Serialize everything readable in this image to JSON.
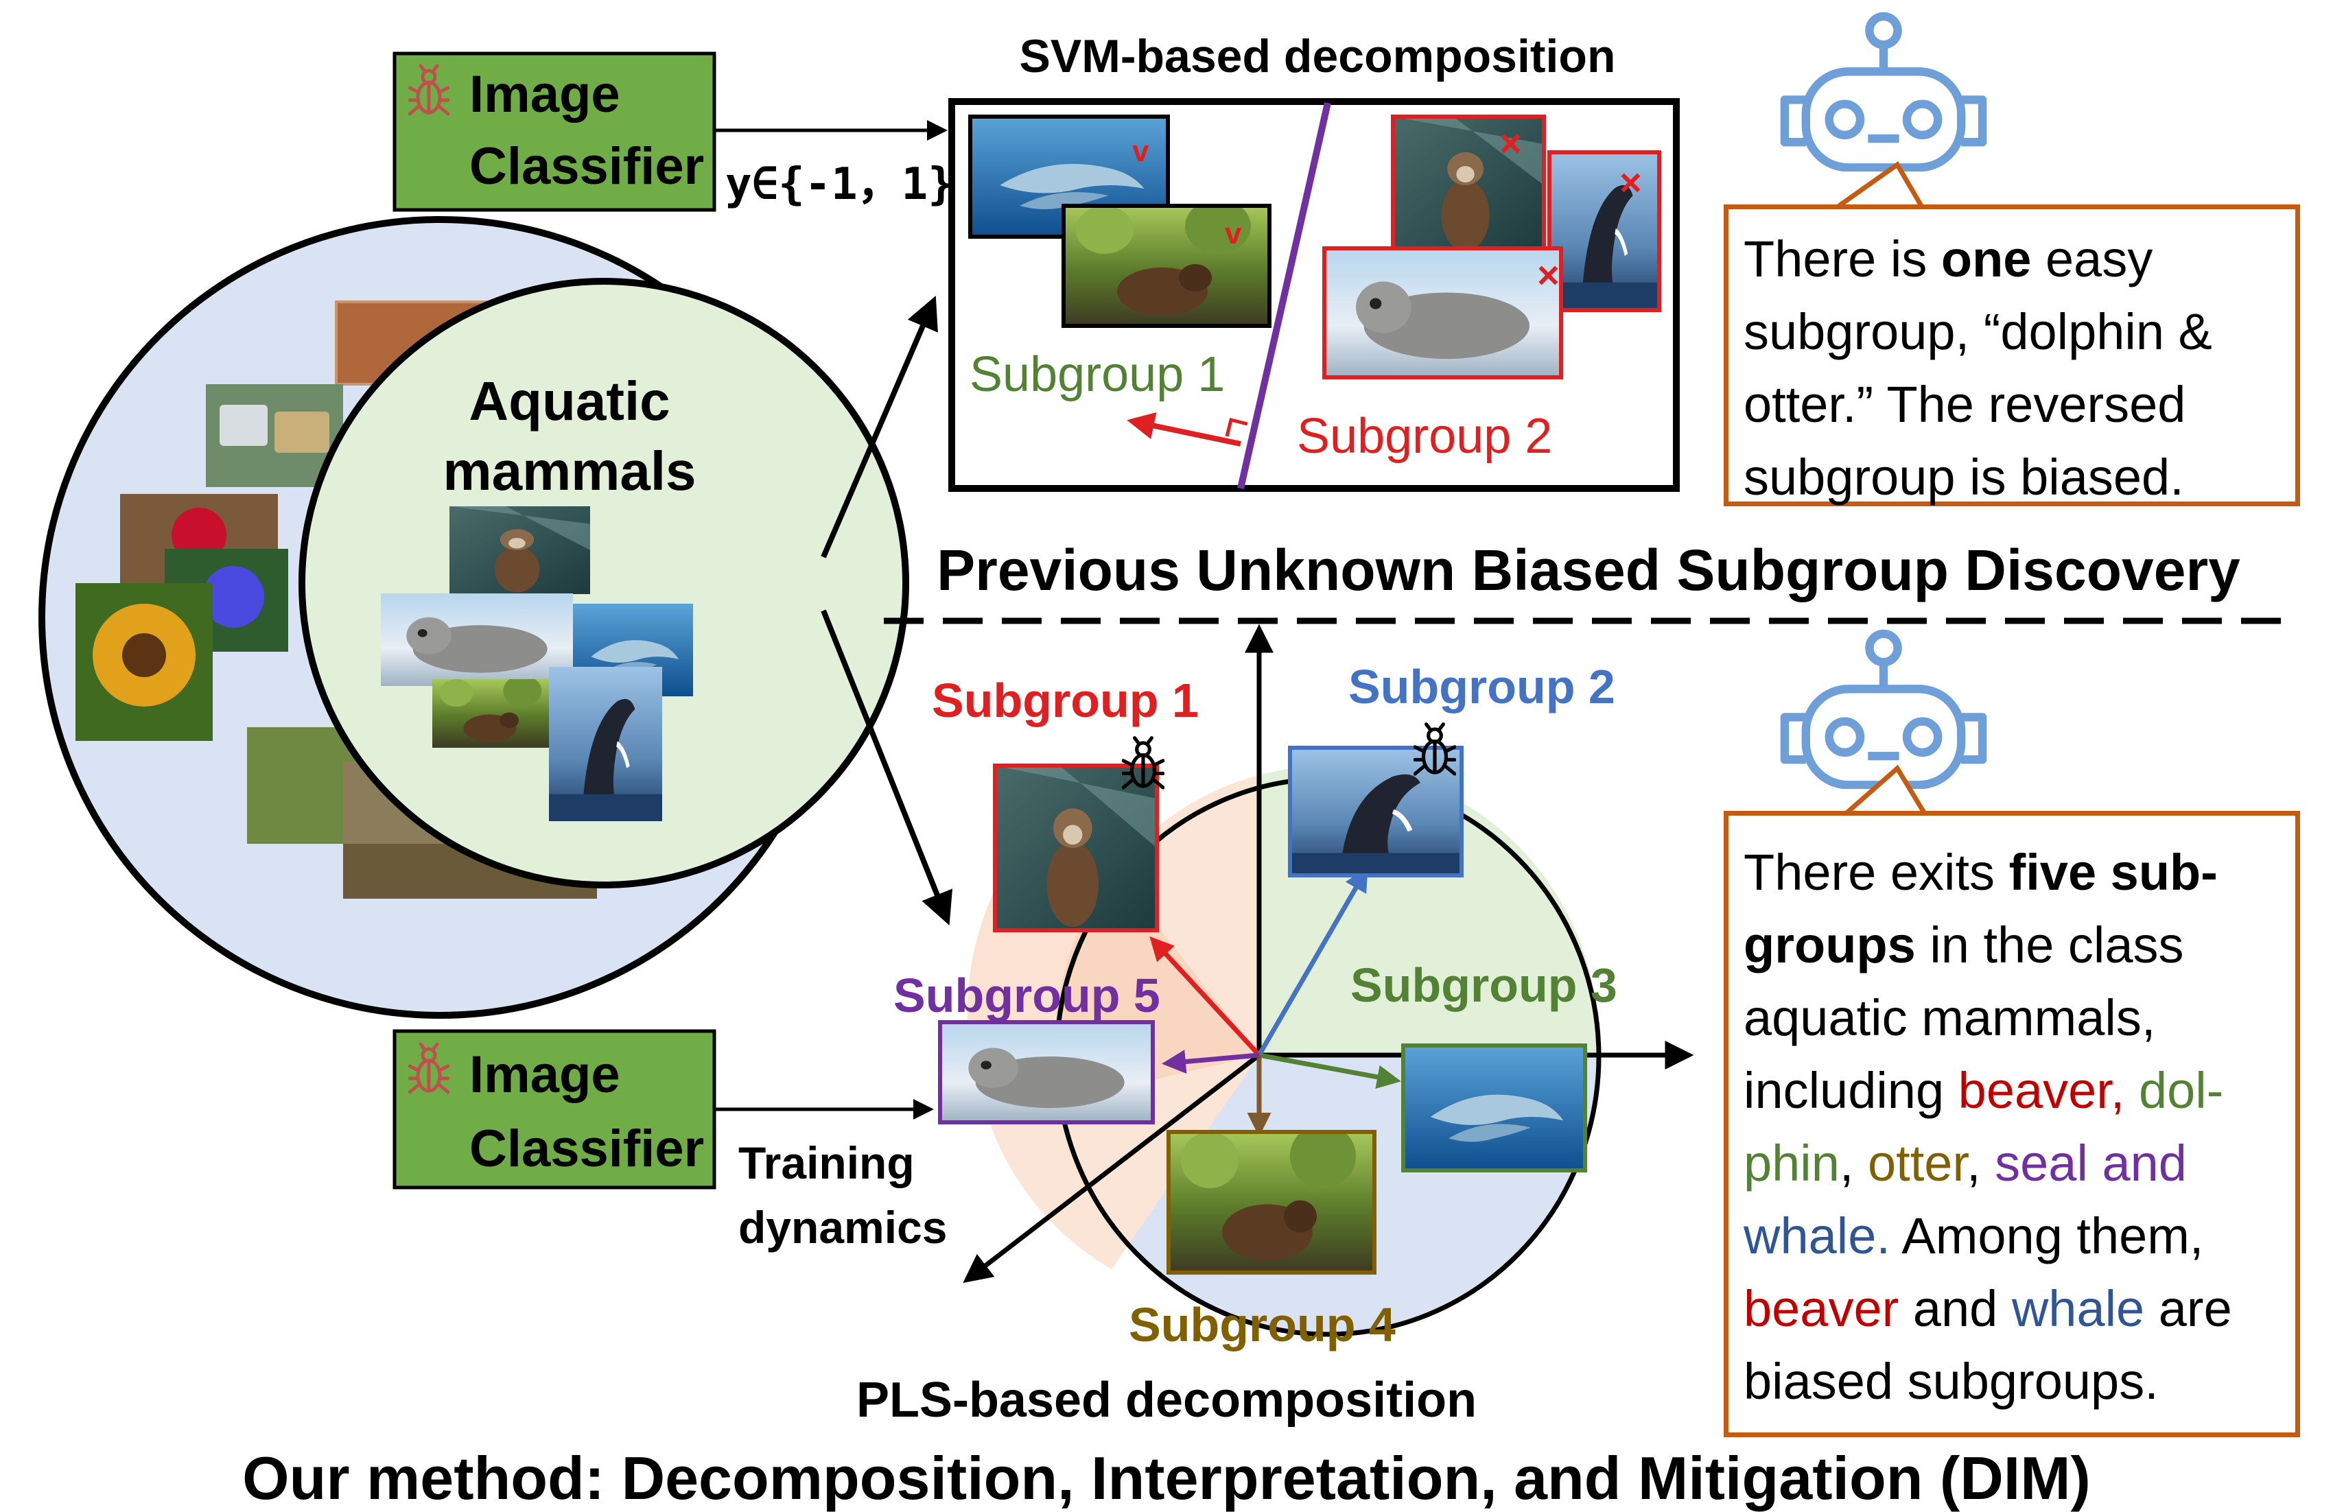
{
  "top": {
    "title": "SVM-based decomposition",
    "classifier": {
      "line1": "Image",
      "line2": "Classifier"
    },
    "label_formula": "y∈{-1，1}",
    "subgroup1": "Subgroup 1",
    "subgroup2": "Subgroup 2",
    "check_mark": "v",
    "cross_mark": "×"
  },
  "left": {
    "class_label_line1": "Aquatic",
    "class_label_line2": "mammals"
  },
  "divider_title": "Previous Unknown Biased Subgroup Discovery",
  "bottom": {
    "classifier": {
      "line1": "Image",
      "line2": "Classifier"
    },
    "training_line1": "Training",
    "training_line2": "dynamics",
    "subgroups": [
      "Subgroup 1",
      "Subgroup 2",
      "Subgroup 3",
      "Subgroup 4",
      "Subgroup 5"
    ],
    "title": "PLS-based decomposition"
  },
  "footer": "Our method: Decomposition, Interpretation, and Mitigation (DIM)",
  "callout_top": {
    "l1a": "There",
    "l1b": "is",
    "l1c": "one",
    "l1d": "easy",
    "l2": "subgroup, “dolphin &",
    "l3a": "otter.”",
    "l3b": "The",
    "l3c": "reversed",
    "l4": "subgroup is biased."
  },
  "callout_bottom": {
    "l1a": "There exits ",
    "l1b": "five sub-",
    "l2a": "groups",
    "l2b": " in the ",
    "l2c": "class",
    "l3a": "aquatic",
    "l3b": "mammals,",
    "l4a": "including ",
    "l4b": "beaver,",
    "l4c": " dol-",
    "l5a": "phin",
    "l5b": ", ",
    "l5c": "otter",
    "l5d": ", ",
    "l5e": "seal",
    "l5f": " and",
    "l6a": "whale.",
    "l6b": " Among them,",
    "l7a": "beaver",
    "l7b": " and ",
    "l7c": "whale",
    "l7d": " are",
    "l8": "biased subgroups."
  },
  "colors": {
    "red": "#c00000",
    "blue": "#4472c4",
    "green": "#548235",
    "olive": "#806000",
    "purple": "#7030a0",
    "orange_border": "#c55a11",
    "classifier_fill": "#70ad47",
    "robot": "#6f9fd8"
  },
  "icons": [
    "bug-icon",
    "robot-icon",
    "check-mark-icon",
    "cross-mark-icon",
    "right-angle-icon"
  ]
}
